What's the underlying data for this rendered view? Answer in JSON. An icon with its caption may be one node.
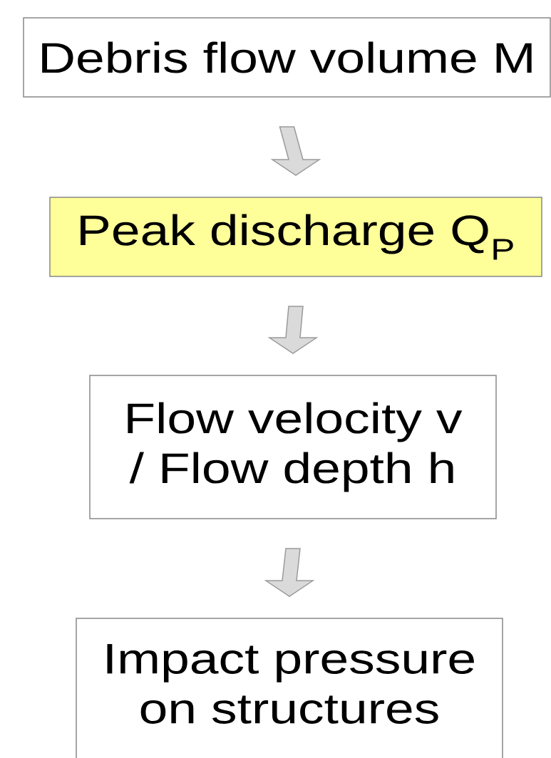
{
  "diagram": {
    "nodes": [
      {
        "text": [
          "Debris flow volume M"
        ]
      },
      {
        "text": [
          "Peak discharge Q$_{P}$"
        ]
      },
      {
        "text": [
          "Flow velocity v / Flow depth h"
        ]
      },
      {
        "text": [
          "Impact pressure on structures"
        ]
      }
    ],
    "edges": [
      {
        "from": 0,
        "to": 1,
        "arrow": "to"
      },
      {
        "from": 1,
        "to": 2,
        "arrow": "to"
      },
      {
        "from": 2,
        "to": 3,
        "arrow": "to"
      }
    ]
  }
}
